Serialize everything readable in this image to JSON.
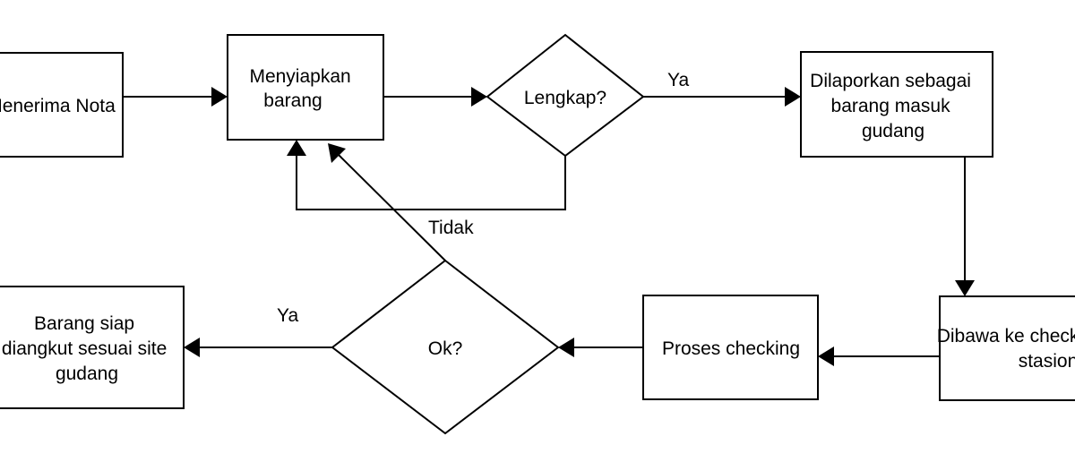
{
  "diagram": {
    "nodes": {
      "terima_nota": {
        "lines": [
          "Menerima Nota"
        ]
      },
      "menyiapkan": {
        "lines": [
          "Menyiapkan",
          "barang"
        ]
      },
      "lengkap": {
        "lines": [
          "Lengkap?"
        ]
      },
      "dilaporkan": {
        "lines": [
          "Dilaporkan sebagai",
          "barang masuk",
          "gudang"
        ]
      },
      "dibawa": {
        "lines": [
          "Dibawa ke checking",
          "stasion"
        ]
      },
      "proses": {
        "lines": [
          "Proses checking"
        ]
      },
      "ok": {
        "lines": [
          "Ok?"
        ]
      },
      "siap": {
        "lines": [
          "Barang siap",
          "diangkut sesuai site",
          "gudang"
        ]
      }
    },
    "edge_labels": {
      "lengkap_ya": "Ya",
      "ok_tidak": "Tidak",
      "ok_ya": "Ya"
    },
    "colors": {
      "stroke": "#000000",
      "fill": "#ffffff",
      "text": "#000000"
    }
  }
}
